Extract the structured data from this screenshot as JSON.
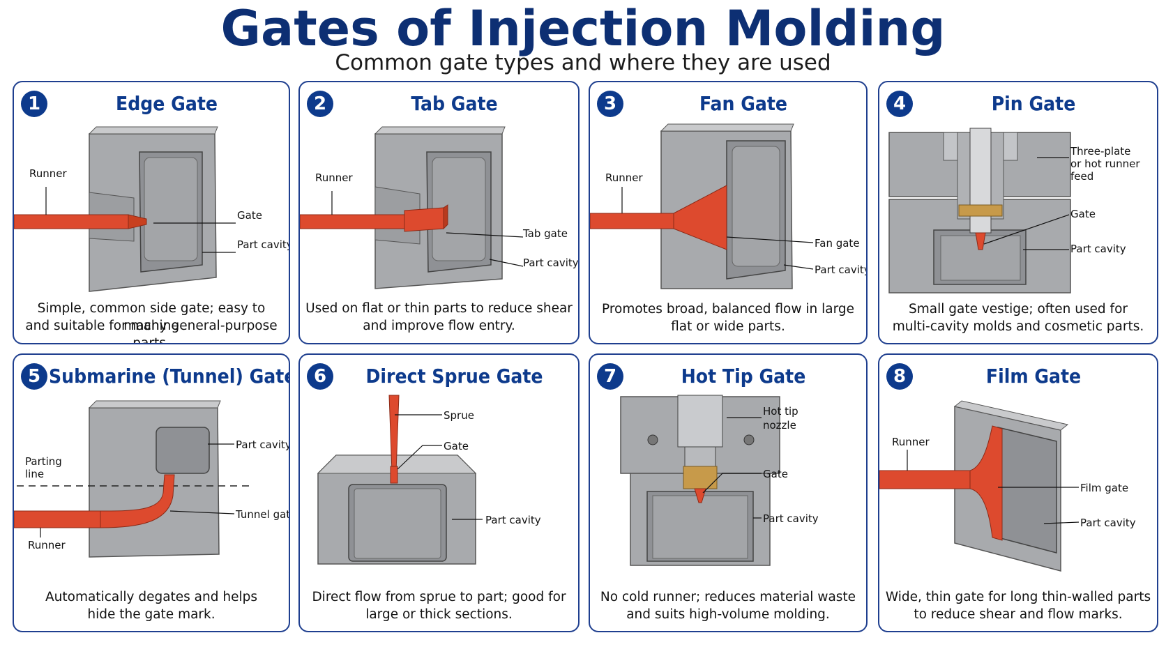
{
  "title": "Gates of Injection Molding",
  "subtitle": "Common gate types and where they are used",
  "colors": {
    "accent": "#0d3a8c",
    "flow": "#dd4a2e",
    "steel": "#a9abae",
    "border": "#1f3f8f"
  },
  "cards": [
    {
      "num": "1",
      "title": "Edge Gate",
      "desc1": "Simple, common side gate; easy to machine",
      "desc2": "and suitable for many general-purpose parts.",
      "labels": [
        "Runner",
        "Gate",
        "Part cavity"
      ]
    },
    {
      "num": "2",
      "title": "Tab Gate",
      "desc1": "Used on flat or thin parts to reduce shear",
      "desc2": "and improve flow entry.",
      "labels": [
        "Runner",
        "Tab gate",
        "Part cavity"
      ]
    },
    {
      "num": "3",
      "title": "Fan Gate",
      "desc1": "Promotes broad, balanced flow in large",
      "desc2": "flat or wide parts.",
      "labels": [
        "Runner",
        "Fan gate",
        "Part cavity"
      ]
    },
    {
      "num": "4",
      "title": "Pin Gate",
      "desc1": "Small gate vestige; often used for",
      "desc2": "multi-cavity molds and cosmetic parts.",
      "labels": [
        "Three-plate",
        "or hot runner",
        "feed",
        "Gate",
        "Part cavity"
      ]
    },
    {
      "num": "5",
      "title": "Submarine (Tunnel) Gate",
      "desc1": "Automatically degates and helps",
      "desc2": "hide the gate mark.",
      "labels": [
        "Part cavity",
        "Parting",
        "line",
        "Tunnel gate",
        "Runner"
      ]
    },
    {
      "num": "6",
      "title": "Direct Sprue Gate",
      "desc1": "Direct flow from sprue to part; good for",
      "desc2": "large or thick sections.",
      "labels": [
        "Sprue",
        "Gate",
        "Part cavity"
      ]
    },
    {
      "num": "7",
      "title": "Hot Tip Gate",
      "desc1": "No cold runner; reduces material waste",
      "desc2": "and suits high-volume molding.",
      "labels": [
        "Hot tip",
        "nozzle",
        "Gate",
        "Part cavity"
      ]
    },
    {
      "num": "8",
      "title": "Film Gate",
      "desc1": "Wide, thin gate for long thin-walled parts",
      "desc2": "to reduce shear and flow marks.",
      "labels": [
        "Runner",
        "Film gate",
        "Part cavity"
      ]
    }
  ]
}
